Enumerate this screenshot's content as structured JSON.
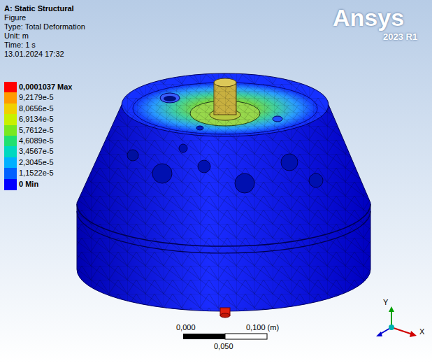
{
  "diagram": {
    "labels": [
      "A: Static Structural",
      "Figure",
      "Type: Total Deformation",
      "Unit: m",
      "Time: 1 s",
      "13.01.2024 17:32",
      "Ansys",
      "2023 R1",
      "0,000",
      "0,100 (m)",
      "0,050",
      "Y",
      "X"
    ],
    "legend": [
      {
        "text": "0,0001037 Max",
        "color": "#ff0000"
      },
      {
        "text": "9,2179e-5",
        "color": "#ff9a00"
      },
      {
        "text": "8,0656e-5",
        "color": "#f0d000"
      },
      {
        "text": "6,9134e-5",
        "color": "#c8f000"
      },
      {
        "text": "5,7612e-5",
        "color": "#78e820"
      },
      {
        "text": "4,6089e-5",
        "color": "#20e070"
      },
      {
        "text": "3,4567e-5",
        "color": "#00d8c0"
      },
      {
        "text": "2,3045e-5",
        "color": "#00b0ff"
      },
      {
        "text": "1,1522e-5",
        "color": "#0060ff"
      },
      {
        "text": "0 Min",
        "color": "#0000ff"
      }
    ]
  }
}
